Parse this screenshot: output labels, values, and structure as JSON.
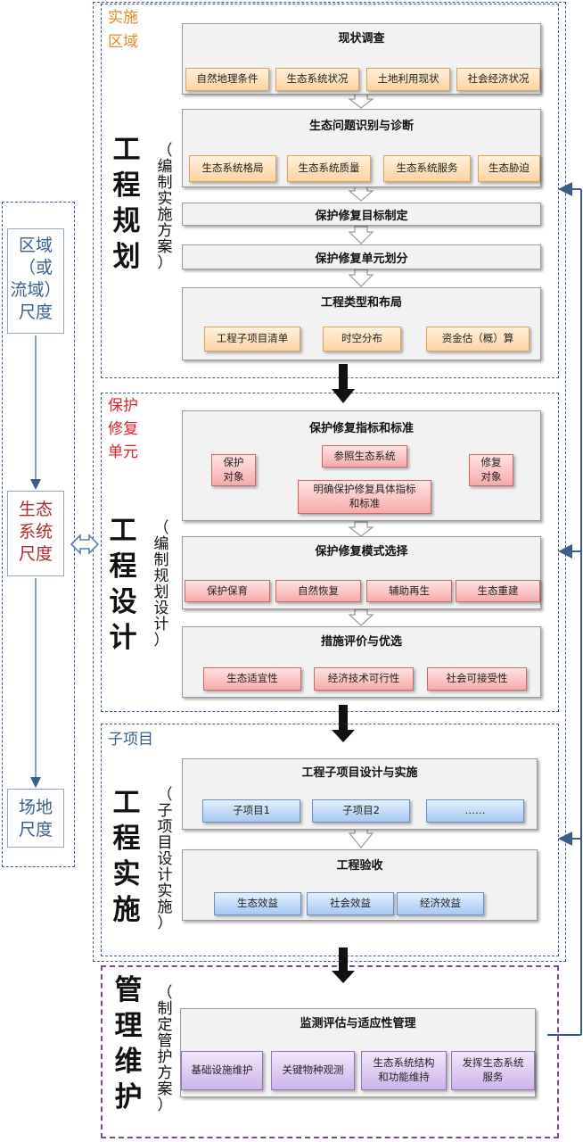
{
  "scales": {
    "regional": "区域（或流域）尺度",
    "regional_lines": [
      "区域",
      "（或",
      "流域）",
      "尺度"
    ],
    "ecosystem_lines": [
      "生态",
      "系统",
      "尺度"
    ],
    "site_lines": [
      "场地",
      "尺度"
    ]
  },
  "stages": {
    "planning": {
      "scope_lines": [
        "实施",
        "区域"
      ],
      "name_chars": [
        "工",
        "程",
        "规",
        "划"
      ],
      "note_chars": [
        "（",
        "编",
        "制",
        "实",
        "施",
        "方",
        "案",
        "）"
      ],
      "survey": {
        "title": "现状调查",
        "items": [
          "自然地理条件",
          "生态系统状况",
          "土地利用现状",
          "社会经济状况"
        ]
      },
      "diagnosis": {
        "title": "生态问题识别与诊断",
        "items": [
          "生态系统格局",
          "生态系统质量",
          "生态系统服务",
          "生态胁迫"
        ]
      },
      "goal": "保护修复目标制定",
      "unit_division": "保护修复单元划分",
      "layout": {
        "title": "工程类型和布局",
        "items": [
          "工程子项目清单",
          "时空分布",
          "资金估（概）算"
        ]
      }
    },
    "design": {
      "scope_lines": [
        "保护",
        "修复",
        "单元"
      ],
      "name_chars": [
        "工",
        "程",
        "设",
        "计"
      ],
      "note_chars": [
        "（",
        "编",
        "制",
        "规",
        "划",
        "设",
        "计",
        "）"
      ],
      "indicators": {
        "title": "保护修复指标和标准",
        "reference": "参照生态系统",
        "protect_lines": [
          "保护",
          "对象"
        ],
        "restore_lines": [
          "修复",
          "对象"
        ],
        "specific_lines": [
          "明确保护修复具体指标",
          "和标准"
        ]
      },
      "mode": {
        "title": "保护修复模式选择",
        "items": [
          "保护保育",
          "自然恢复",
          "辅助再生",
          "生态重建"
        ]
      },
      "evaluation": {
        "title": "措施评价与优选",
        "items": [
          "生态适宜性",
          "经济技术可行性",
          "社会可接受性"
        ]
      }
    },
    "implementation": {
      "scope": "子项目",
      "name_chars": [
        "工",
        "程",
        "实",
        "施"
      ],
      "note_chars": [
        "（",
        "子",
        "项",
        "目",
        "设",
        "计",
        "实",
        "施",
        "）"
      ],
      "subproject": {
        "title": "工程子项目设计与实施",
        "items": [
          "子项目1",
          "子项目2",
          "……"
        ]
      },
      "acceptance": {
        "title": "工程验收",
        "items": [
          "生态效益",
          "社会效益",
          "经济效益"
        ]
      }
    },
    "maintenance": {
      "name_chars": [
        "管",
        "理",
        "维",
        "护"
      ],
      "note_chars": [
        "（",
        "制",
        "定",
        "管",
        "护",
        "方",
        "案",
        "）"
      ],
      "monitoring": {
        "title": "监测评估与适应性管理",
        "items": [
          {
            "lines": [
              "基础设施维护"
            ]
          },
          {
            "lines": [
              "关键物种观测"
            ]
          },
          {
            "lines": [
              "生态系统结构",
              "和功能维持"
            ]
          },
          {
            "lines": [
              "发挥生态系统",
              "服务"
            ]
          }
        ]
      }
    }
  },
  "colors": {
    "scope_planning": "#e58a2a",
    "scope_design": "#d9232d",
    "scope_impl": "#3a5d8c",
    "frame": "#3a5d8c",
    "maintenance_frame": "#7a4a8c",
    "feedback": "#3a5d8c"
  }
}
